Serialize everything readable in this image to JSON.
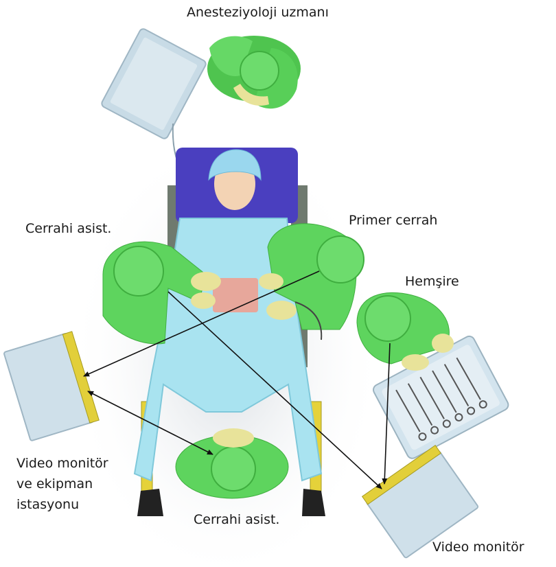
{
  "labels": {
    "anesthesiologist": "Anesteziyoloji uzmanı",
    "assistant_left": "Cerrahi asist.",
    "primary_surgeon": "Primer cerrah",
    "nurse": "Hemşire",
    "video_station_line1": "Video monitör",
    "video_station_line2": "ve ekipman",
    "video_station_line3": "istasyonu",
    "assistant_bottom": "Cerrahi asist.",
    "video_monitor_right": "Video monitör"
  },
  "colors": {
    "scrubs": "#5ed45e",
    "scrubs_dark": "#3fae3f",
    "gloves": "#e8e39a",
    "drape": "#a9e3f0",
    "table_pad": "#4a3fbf",
    "monitor": "#cfe0ea",
    "monitor_frame": "#e2cf3a"
  },
  "icons": [
    "arrow-icon"
  ]
}
